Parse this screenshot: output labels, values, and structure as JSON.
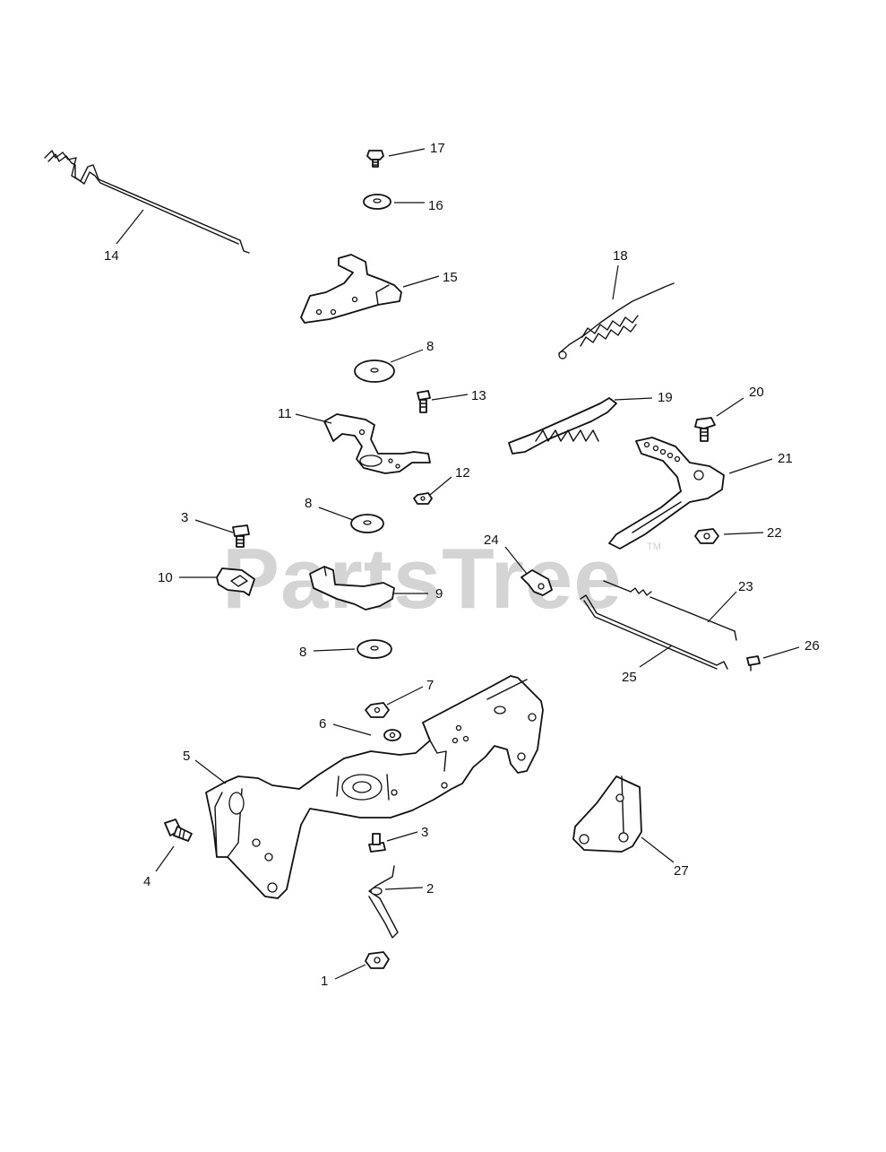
{
  "watermark": {
    "text": "PartsTree",
    "trademark": "TM"
  },
  "callouts": [
    "17",
    "16",
    "14",
    "15",
    "18",
    "8",
    "13",
    "11",
    "19",
    "20",
    "21",
    "12",
    "8",
    "3",
    "24",
    "22",
    "10",
    "9",
    "23",
    "8",
    "26",
    "25",
    "7",
    "6",
    "5",
    "3",
    "4",
    "2",
    "27",
    "1"
  ]
}
